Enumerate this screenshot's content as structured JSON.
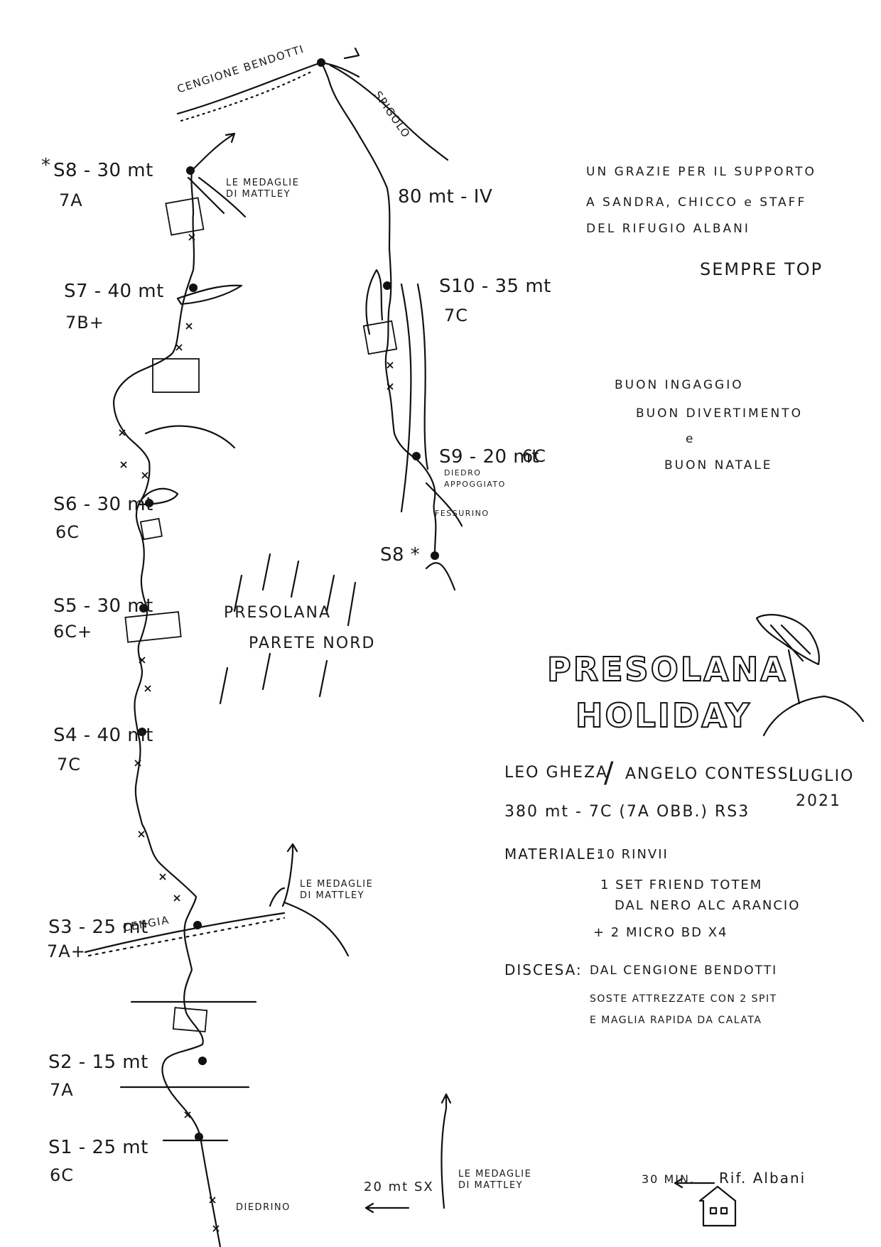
{
  "title": {
    "line1": "PRESOLANA",
    "line2": "HOLIDAY"
  },
  "authors": {
    "first": "LEO GHEZA",
    "second": "ANGELO CONTESSI",
    "month": "LUGLIO",
    "year": "2021"
  },
  "summary": "380 mt - 7C (7A OBB.) RS3",
  "wall": {
    "line1": "PRESOLANA",
    "line2": "PARETE NORD"
  },
  "thanks": {
    "line1": "UN GRAZIE PER IL SUPPORTO",
    "line2": "A SANDRA, CHICCO e STAFF",
    "line3": "DEL RIFUGIO ALBANI",
    "line4": "SEMPRE TOP"
  },
  "wishes": {
    "line1": "BUON INGAGGIO",
    "line2": "BUON DIVERTIMENTO",
    "line3": "e",
    "line4": "BUON NATALE"
  },
  "materiale": {
    "label": "MATERIALE:",
    "line1": "10 RINVII",
    "line2": "1 SET FRIEND TOTEM",
    "line3": "DAL NERO ALC ARANCIO",
    "line4": "+ 2 MICRO BD X4"
  },
  "discesa": {
    "label": "DISCESA:",
    "line1": "DAL CENGIONE BENDOTTI",
    "line2": "SOSTE ATTREZZATE CON 2 SPIT",
    "line3": "E MAGLIA RAPIDA DA CALATA"
  },
  "pitches": [
    {
      "id": "s1",
      "label": "S1 - 25 mt",
      "grade": "6C"
    },
    {
      "id": "s2",
      "label": "S2 - 15 mt",
      "grade": "7A"
    },
    {
      "id": "s3",
      "label": "S3 - 25 mt",
      "grade": "7A+"
    },
    {
      "id": "s4",
      "label": "S4 - 40 mt",
      "grade": "7C"
    },
    {
      "id": "s5",
      "label": "S5 - 30 mt",
      "grade": "6C+"
    },
    {
      "id": "s6",
      "label": "S6 - 30 mt",
      "grade": "6C"
    },
    {
      "id": "s7",
      "label": "S7 - 40 mt",
      "grade": "7B+"
    },
    {
      "id": "s8",
      "label": "S8 - 30 mt",
      "grade": "7A",
      "star": "*"
    },
    {
      "id": "s9",
      "label": "S9 - 20 mt",
      "grade": "6C"
    },
    {
      "id": "s10",
      "label": "S10 - 35 mt",
      "grade": "7C"
    }
  ],
  "s8_ref": "S8 *",
  "final_pitch": "80 mt - IV",
  "features": {
    "cengione": "CENGIONE BENDOTTI",
    "spigolo": "SPIGOLO",
    "cengia": "CENGIA",
    "medaglie_top": "LE MEDAGLIE DI MATTLEY",
    "medaglie_mid": "LE MEDAGLIE DI MATTLEY",
    "medaglie_bottom": "LE MEDAGLIE DI MATTLEY",
    "diedro_appoggiato": "DIEDRO APPOGGIATO",
    "fessurino": "FESSURINO",
    "diedrino": "DIEDRINO",
    "venti_sx": "20 mt SX"
  },
  "approach": {
    "time": "30 MIN.",
    "rifugio": "Rif. Albani"
  }
}
